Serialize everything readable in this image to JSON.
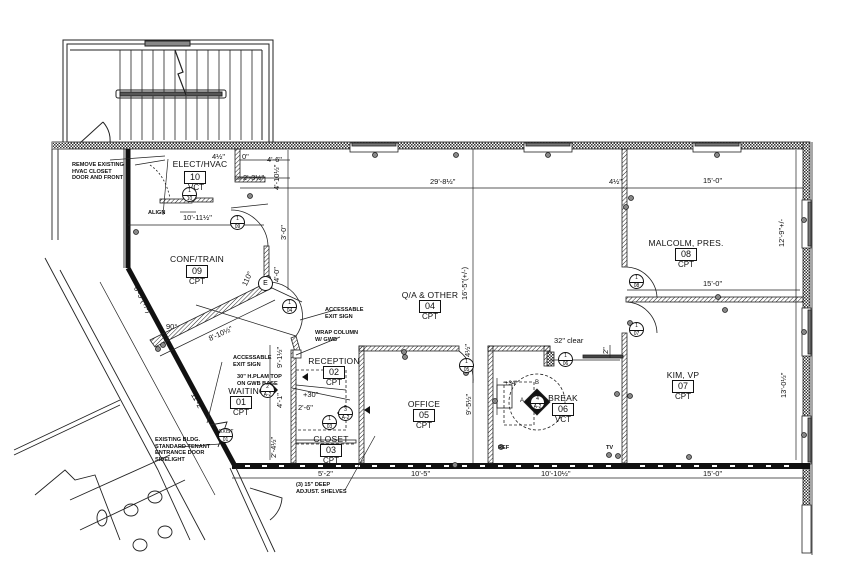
{
  "drawing": {
    "type": "architectural floor plan",
    "background": "#ffffff",
    "line_color": "#111111"
  },
  "rooms": [
    {
      "id": "01",
      "name": "WAITING",
      "finish": "CPT"
    },
    {
      "id": "02",
      "name": "RECEPTION",
      "finish": "CPT"
    },
    {
      "id": "03",
      "name": "CLOSET",
      "finish": "CPT"
    },
    {
      "id": "04",
      "name": "Q/A & OTHER",
      "finish": "CPT"
    },
    {
      "id": "05",
      "name": "OFFICE",
      "finish": "CPT"
    },
    {
      "id": "06",
      "name": "BREAK",
      "finish": "VCT"
    },
    {
      "id": "07",
      "name": "KIM, VP",
      "finish": "CPT"
    },
    {
      "id": "08",
      "name": "MALCOLM, PRES.",
      "finish": "CPT"
    },
    {
      "id": "09",
      "name": "CONF/TRAIN",
      "finish": "CPT"
    },
    {
      "id": "10",
      "name": "ELECT/HVAC",
      "finish": "VCT"
    }
  ],
  "notes": {
    "remove_closet": [
      "REMOVE EXISTING",
      "HVAC CLOSET",
      "DOOR AND FRONT"
    ],
    "align": "ALIGN",
    "exit_sign_top": [
      "ACCESSABLE",
      "EXIT SIGN"
    ],
    "wrap_column": [
      "WRAP COLUMN",
      "W/ GWB"
    ],
    "exit_sign_left": [
      "ACCESSABLE",
      "EXIT SIGN"
    ],
    "plam_top": [
      "30\" H.PLAM TOP",
      "ON GWB BASE"
    ],
    "entrance_door": [
      "EXISTING BLDG.",
      "STANDARD TENANT",
      "ENTRANCE DOOR",
      "SIDELIGHT"
    ],
    "shelves": [
      "(3) 15\" DEEP",
      "ADJUST. SHELVES"
    ],
    "clear": "32\" clear",
    "ref": "REF",
    "tv": "TV"
  },
  "dimensions": {
    "overall_width": "29'-8½\"",
    "qa_height": "16'-5\"(+/-)",
    "elect_4_6": "4'-6\"",
    "elect_2_3": "2'-3½\"",
    "elect_10": "4'-10½\"",
    "elect_4_5": "4½\"",
    "elect_0": "0\"",
    "conf_width": "10'-11½\"",
    "conf_3_0": "3'-0\"",
    "conf_4_0": "4'-0\"",
    "conf_angle": "110°",
    "diag_wall": "8'-10½\"",
    "angle_90": "90°",
    "diag_6_5": "6'-5\"(+/-)",
    "diag_11_2": "11'-2\"",
    "malcolm_top": "15'-0\"",
    "malcolm_mid": "15'-0\"",
    "malcolm_height": "12'-9\"+/-",
    "malcolm_4_5": "4½\"",
    "kim_height": "13'-0½\"",
    "kim_width": "15'-0\"",
    "office_width": "10'-5\"",
    "office_height": "9'-5½\"",
    "office_4_5": "4½\"",
    "break_width": "10'-10½\"",
    "closet_width": "5'-2\"",
    "rec_9_13": "9'-1½\"",
    "rec_4_1": "4'-1\"",
    "rec_2_6": "2'-6\"",
    "rec_plus30": "+30\"",
    "rec_2_4": "2'-4½\"",
    "break_34": "+34\"",
    "break_2": "2\""
  },
  "door_tags": [
    {
      "num": "1",
      "ref": "10"
    },
    {
      "num": "1",
      "ref": "09"
    },
    {
      "num": "1",
      "ref": "04"
    },
    {
      "num": "1",
      "ref": "05"
    },
    {
      "num": "1",
      "ref": "06"
    },
    {
      "num": "1",
      "ref": "07"
    },
    {
      "num": "1",
      "ref": "08"
    },
    {
      "num": "1",
      "ref": "03"
    },
    {
      "num": "EXIST",
      "ref": "01"
    },
    {
      "num": "E",
      "ref": ""
    }
  ],
  "elevation_tags": [
    {
      "num": "2",
      "sheet": "A-2"
    },
    {
      "num": "3",
      "sheet": "A-2"
    },
    {
      "num": "4",
      "sheet": "A-2",
      "letters": [
        "A",
        "B"
      ]
    }
  ]
}
